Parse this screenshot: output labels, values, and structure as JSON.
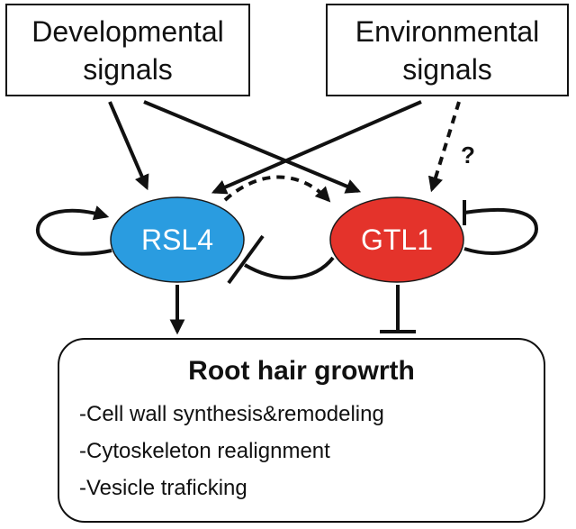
{
  "signals": {
    "developmental": {
      "line1": "Developmental",
      "line2": "signals"
    },
    "environmental": {
      "line1": "Environmental",
      "line2": "signals"
    },
    "unknown_marker": "?"
  },
  "nodes": {
    "rsl4": {
      "label": "RSL4",
      "color": "#2a9ce0"
    },
    "gtl1": {
      "label": "GTL1",
      "color": "#e4332b"
    }
  },
  "outcome": {
    "title": "Root hair growrth",
    "items": [
      "-Cell wall synthesis&remodeling",
      "-Cytoskeleton realignment",
      "-Vesicle traficking"
    ]
  },
  "colors": {
    "line": "#111111",
    "outline": "#1a1a1a"
  }
}
